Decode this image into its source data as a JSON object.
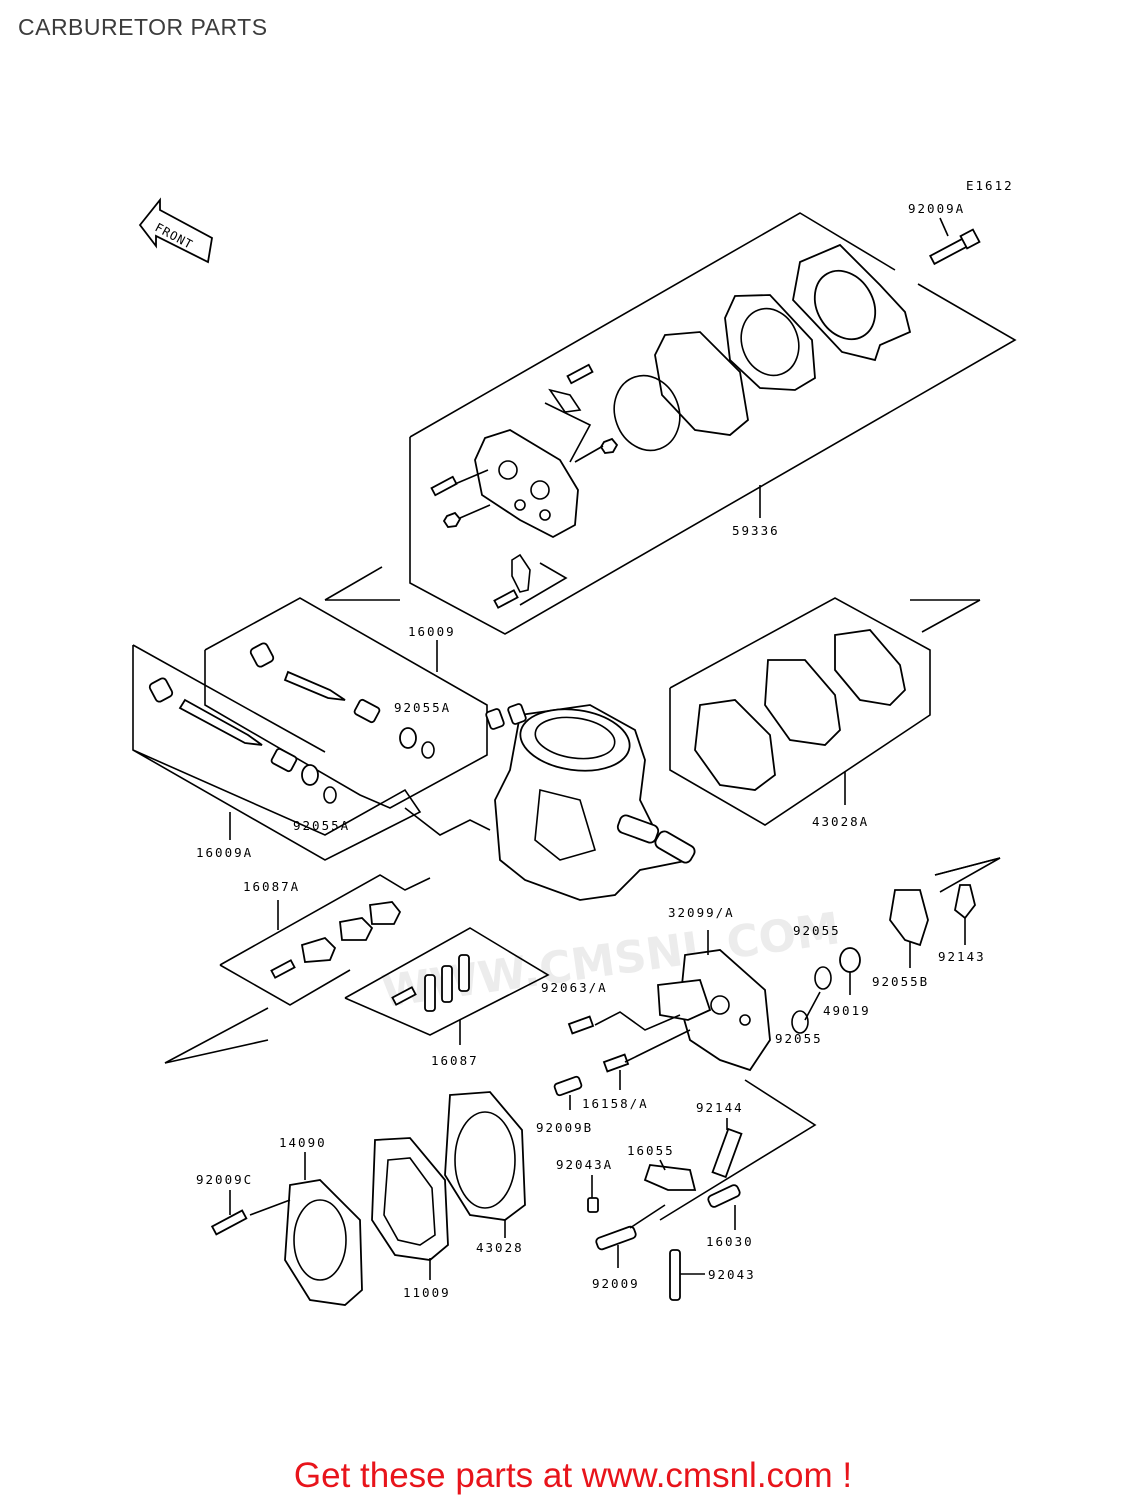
{
  "page": {
    "title": "CARBURETOR PARTS",
    "diagram_code": "E1612",
    "front_label": "FRONT",
    "watermark": "WWW.CMSNL.COM",
    "footer_link": "Get these parts at www.cmsnl.com !"
  },
  "part_labels": {
    "p92009A": "92009A",
    "p59336": "59336",
    "p16009": "16009",
    "p92055A_top": "92055A",
    "p92055A_bottom": "92055A",
    "p16009A": "16009A",
    "p43028A": "43028A",
    "p16087A": "16087A",
    "p32099A": "32099/A",
    "p92055_top": "92055",
    "p92055_bottom": "92055",
    "p92055B": "92055B",
    "p92143": "92143",
    "p49019": "49019",
    "p92063A": "92063/A",
    "p16087": "16087",
    "p16158A": "16158/A",
    "p92009B": "92009B",
    "p92144": "92144",
    "p14090": "14090",
    "p16055": "16055",
    "p92043A": "92043A",
    "p92009C": "92009C",
    "p43028": "43028",
    "p16030": "16030",
    "p92009": "92009",
    "p92043": "92043",
    "p11009": "11009"
  }
}
